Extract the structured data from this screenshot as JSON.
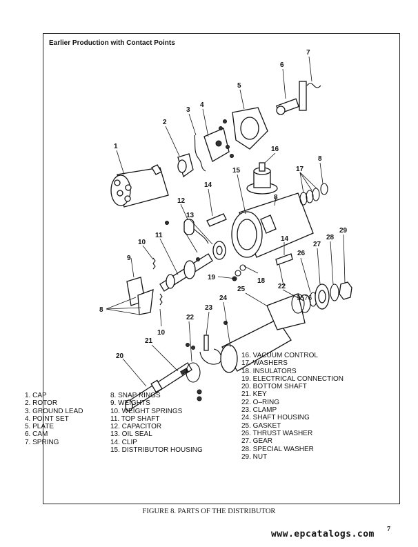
{
  "frame_title": "Earlier Production with Contact Points",
  "figure_number": "9576",
  "legend": [
    {
      "id": "1",
      "label": "1. CAP"
    },
    {
      "id": "2",
      "label": "2. ROTOR"
    },
    {
      "id": "3",
      "label": "3. GROUND LEAD"
    },
    {
      "id": "4",
      "label": "4. POINT SET"
    },
    {
      "id": "5",
      "label": "5. PLATE"
    },
    {
      "id": "6",
      "label": "6. CAM"
    },
    {
      "id": "7",
      "label": "7. SPRING"
    },
    {
      "id": "8",
      "label": "8. SNAP RINGS"
    },
    {
      "id": "9",
      "label": "9. WEIGHTS"
    },
    {
      "id": "10",
      "label": "10. WEIGHT SPRINGS"
    },
    {
      "id": "11",
      "label": "11. TOP SHAFT"
    },
    {
      "id": "12",
      "label": "12. CAPACITOR"
    },
    {
      "id": "13",
      "label": "13. OIL SEAL"
    },
    {
      "id": "14",
      "label": "14. CLIP"
    },
    {
      "id": "15",
      "label": "15. DISTRIBUTOR HOUSING"
    },
    {
      "id": "16",
      "label": "16. VACUUM CONTROL"
    },
    {
      "id": "17",
      "label": "17. WASHERS"
    },
    {
      "id": "18",
      "label": "18. INSULATORS"
    },
    {
      "id": "19",
      "label": "19. ELECTRICAL CONNECTION"
    },
    {
      "id": "20",
      "label": "20. BOTTOM SHAFT"
    },
    {
      "id": "21",
      "label": "21. KEY"
    },
    {
      "id": "22",
      "label": "22. O–RING"
    },
    {
      "id": "23",
      "label": "23. CLAMP"
    },
    {
      "id": "24",
      "label": "24. SHAFT HOUSING"
    },
    {
      "id": "25",
      "label": "25. GASKET"
    },
    {
      "id": "26",
      "label": "26. THRUST WASHER"
    },
    {
      "id": "27",
      "label": "27. GEAR"
    },
    {
      "id": "28",
      "label": "28. SPECIAL WASHER"
    },
    {
      "id": "29",
      "label": "29. NUT"
    }
  ],
  "callouts": [
    "1",
    "2",
    "3",
    "4",
    "5",
    "6",
    "7",
    "8",
    "8",
    "8",
    "9",
    "10",
    "10",
    "11",
    "12",
    "13",
    "14",
    "14",
    "15",
    "16",
    "17",
    "18",
    "19",
    "20",
    "21",
    "22",
    "22",
    "23",
    "24",
    "25",
    "26",
    "27",
    "28",
    "29"
  ],
  "caption": "FIGURE 8. PARTS OF THE DISTRIBUTOR",
  "page_number": "7",
  "watermark": "www.epcatalogs.com"
}
